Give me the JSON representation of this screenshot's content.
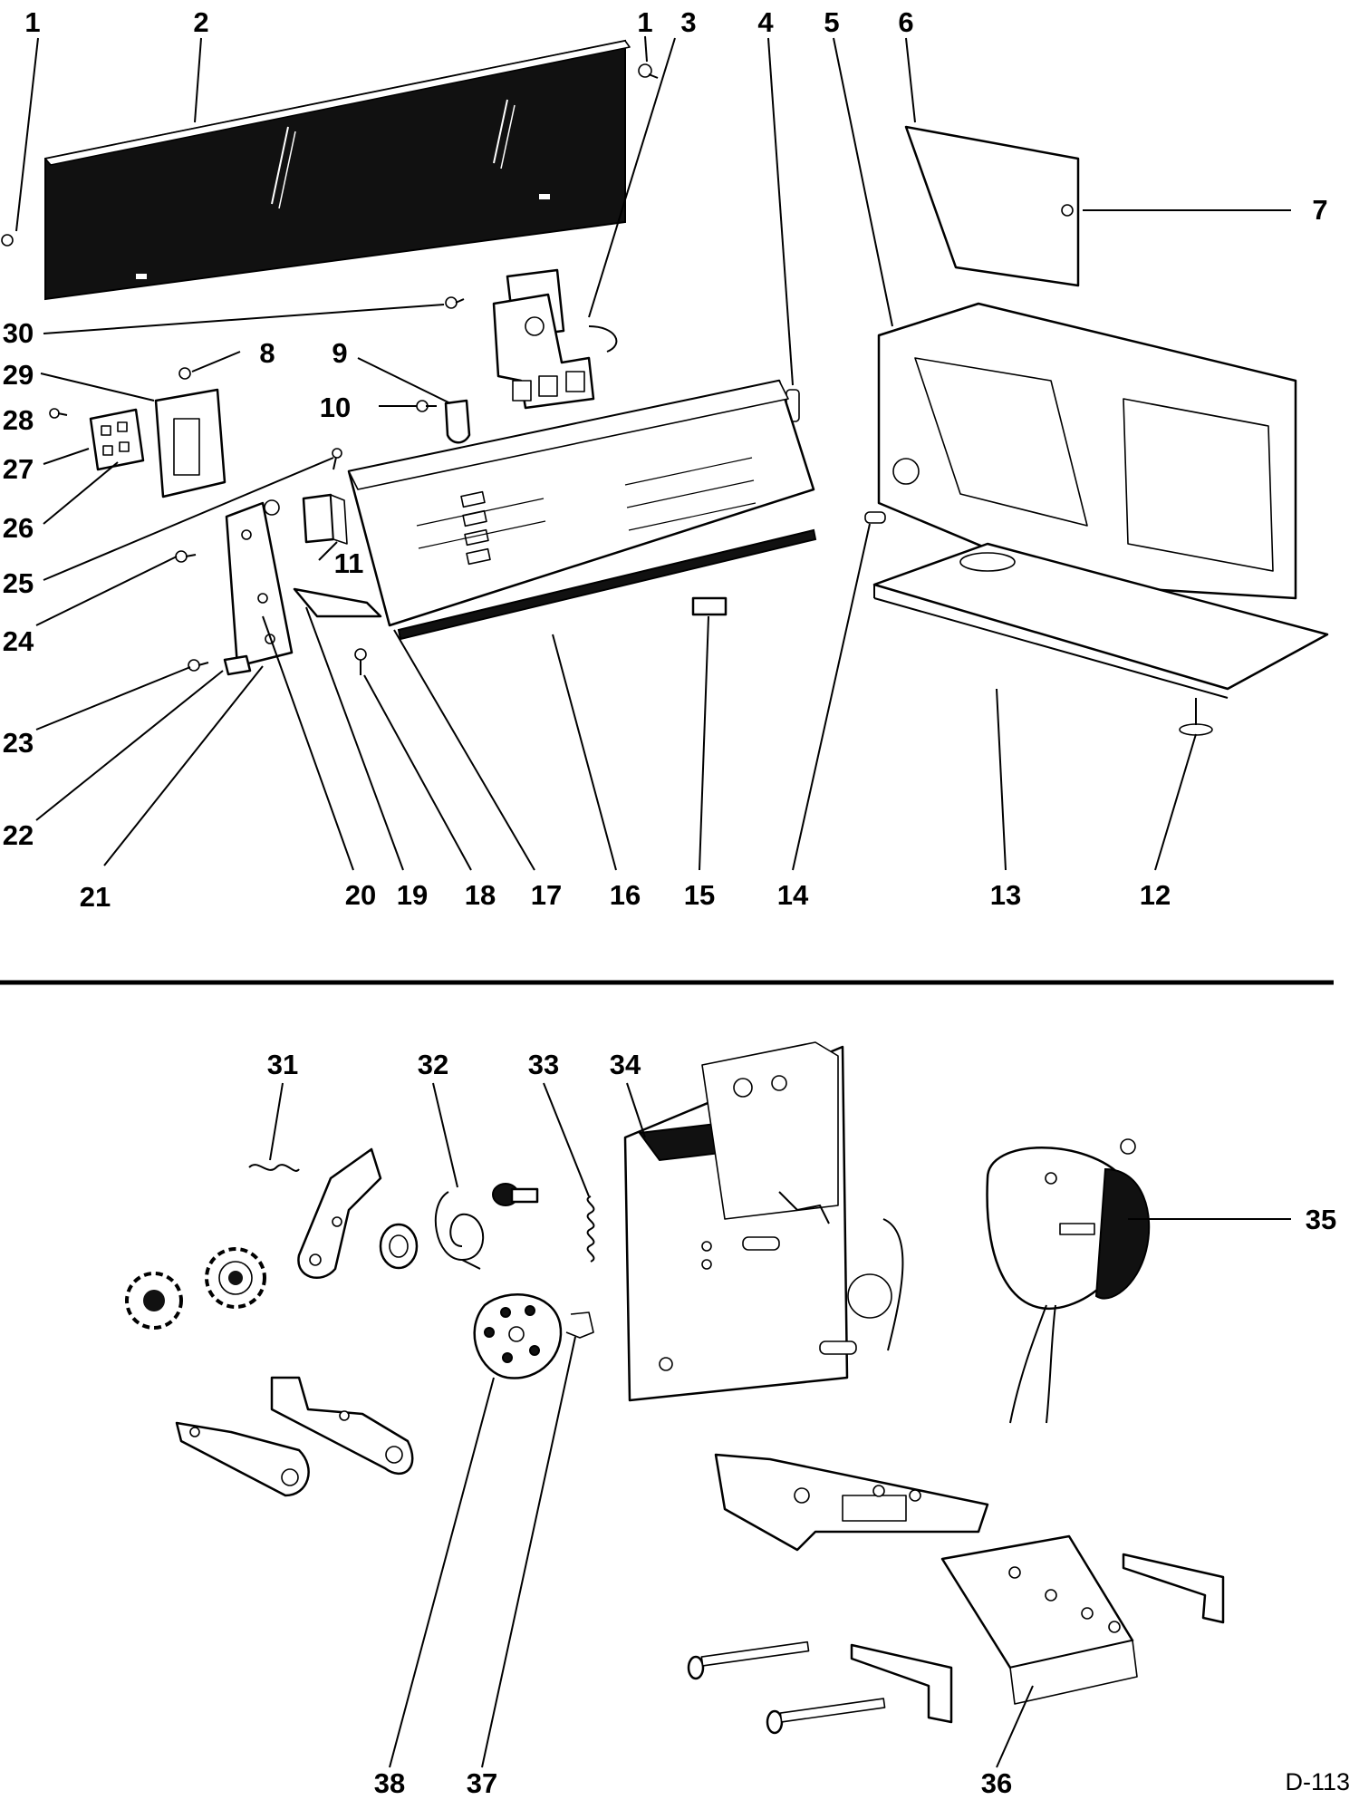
{
  "figure": {
    "reference_code": "D-113",
    "callouts": [
      "1",
      "2",
      "1",
      "3",
      "4",
      "5",
      "6",
      "7",
      "30",
      "8",
      "9",
      "10",
      "29",
      "28",
      "27",
      "26",
      "25",
      "11",
      "24",
      "23",
      "22",
      "21",
      "20",
      "19",
      "18",
      "17",
      "16",
      "15",
      "14",
      "13",
      "12",
      "31",
      "32",
      "33",
      "34",
      "35",
      "38",
      "37",
      "36"
    ]
  }
}
